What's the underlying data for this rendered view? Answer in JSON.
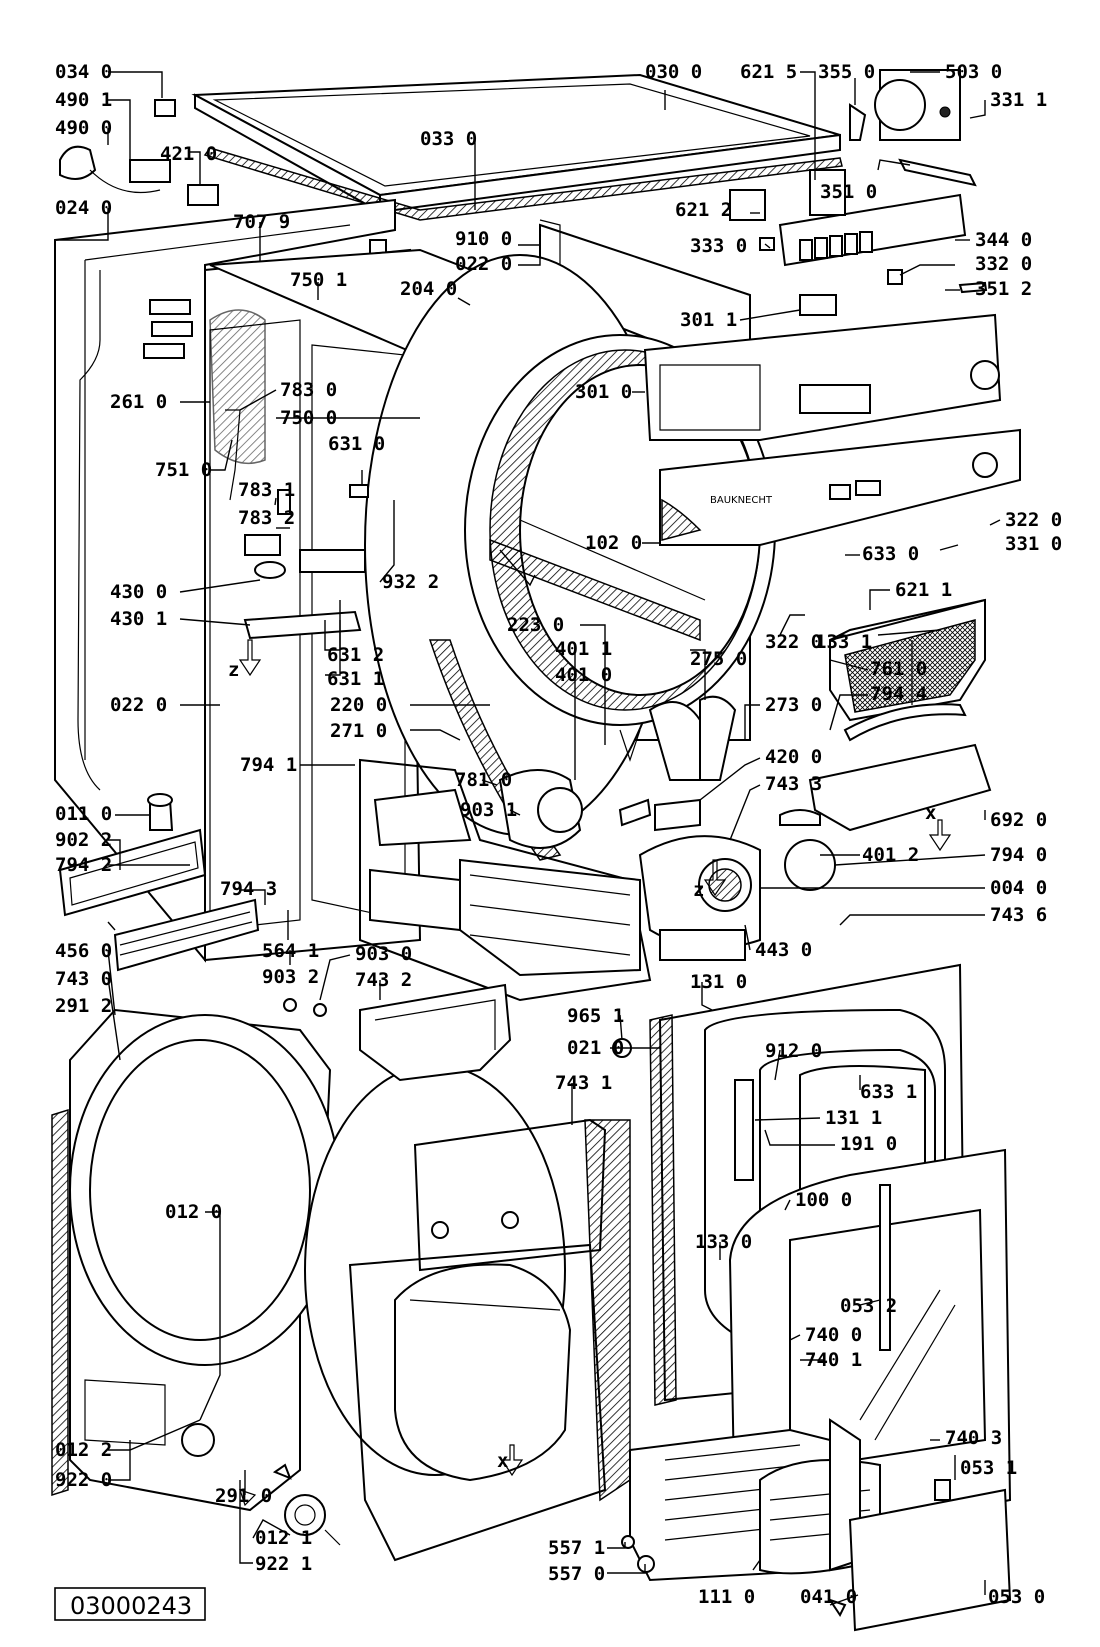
{
  "document_number": "03000243",
  "brand_text": "BAUKNECHT",
  "labels": [
    {
      "id": "034-0",
      "text": "034 0"
    },
    {
      "id": "490-1",
      "text": "490 1"
    },
    {
      "id": "490-0",
      "text": "490 0"
    },
    {
      "id": "421-0",
      "text": "421 0"
    },
    {
      "id": "024-0",
      "text": "024 0"
    },
    {
      "id": "033-0",
      "text": "033 0"
    },
    {
      "id": "030-0",
      "text": "030 0"
    },
    {
      "id": "621-5",
      "text": "621 5"
    },
    {
      "id": "355-0",
      "text": "355 0"
    },
    {
      "id": "503-0",
      "text": "503 0"
    },
    {
      "id": "331-1a",
      "text": "331 1"
    },
    {
      "id": "351-0",
      "text": "351 0"
    },
    {
      "id": "621-2",
      "text": "621 2"
    },
    {
      "id": "707-9",
      "text": "707 9"
    },
    {
      "id": "910-0",
      "text": "910 0"
    },
    {
      "id": "022-0a",
      "text": "022 0"
    },
    {
      "id": "333-0",
      "text": "333 0"
    },
    {
      "id": "344-0",
      "text": "344 0"
    },
    {
      "id": "332-0",
      "text": "332 0"
    },
    {
      "id": "351-2",
      "text": "351 2"
    },
    {
      "id": "750-1",
      "text": "750 1"
    },
    {
      "id": "204-0",
      "text": "204 0"
    },
    {
      "id": "301-1",
      "text": "301 1"
    },
    {
      "id": "261-0",
      "text": "261 0"
    },
    {
      "id": "783-0",
      "text": "783 0"
    },
    {
      "id": "750-0",
      "text": "750 0"
    },
    {
      "id": "301-0",
      "text": "301 0"
    },
    {
      "id": "751-0",
      "text": "751 0"
    },
    {
      "id": "631-0",
      "text": "631 0"
    },
    {
      "id": "783-1",
      "text": "783 1"
    },
    {
      "id": "783-2",
      "text": "783 2"
    },
    {
      "id": "102-0",
      "text": "102 0"
    },
    {
      "id": "322-0a",
      "text": "322 0"
    },
    {
      "id": "331-0",
      "text": "331 0"
    },
    {
      "id": "633-0",
      "text": "633 0"
    },
    {
      "id": "932-2",
      "text": "932 2"
    },
    {
      "id": "430-0",
      "text": "430 0"
    },
    {
      "id": "430-1",
      "text": "430 1"
    },
    {
      "id": "223-0",
      "text": "223 0"
    },
    {
      "id": "621-1",
      "text": "621 1"
    },
    {
      "id": "322-0b",
      "text": "322 0"
    },
    {
      "id": "133-1",
      "text": "133 1"
    },
    {
      "id": "631-2",
      "text": "631 2"
    },
    {
      "id": "631-1",
      "text": "631 1"
    },
    {
      "id": "401-1",
      "text": "401 1"
    },
    {
      "id": "401-0",
      "text": "401 0"
    },
    {
      "id": "275-0",
      "text": "275 0"
    },
    {
      "id": "761-0",
      "text": "761 0"
    },
    {
      "id": "794-4",
      "text": "794 4"
    },
    {
      "id": "220-0",
      "text": "220 0"
    },
    {
      "id": "271-0",
      "text": "271 0"
    },
    {
      "id": "273-0",
      "text": "273 0"
    },
    {
      "id": "022-0b",
      "text": "022 0"
    },
    {
      "id": "420-0",
      "text": "420 0"
    },
    {
      "id": "743-3",
      "text": "743 3"
    },
    {
      "id": "794-1",
      "text": "794 1"
    },
    {
      "id": "781-0",
      "text": "781 0"
    },
    {
      "id": "011-0",
      "text": "011 0"
    },
    {
      "id": "903-1",
      "text": "903 1"
    },
    {
      "id": "692-0",
      "text": "692 0"
    },
    {
      "id": "902-2",
      "text": "902 2"
    },
    {
      "id": "794-2",
      "text": "794 2"
    },
    {
      "id": "401-2",
      "text": "401 2"
    },
    {
      "id": "794-0",
      "text": "794 0"
    },
    {
      "id": "794-3",
      "text": "794 3"
    },
    {
      "id": "004-0",
      "text": "004 0"
    },
    {
      "id": "743-6",
      "text": "743 6"
    },
    {
      "id": "456-0",
      "text": "456 0"
    },
    {
      "id": "564-1",
      "text": "564 1"
    },
    {
      "id": "903-2",
      "text": "903 2"
    },
    {
      "id": "443-0",
      "text": "443 0"
    },
    {
      "id": "903-0",
      "text": "903 0"
    },
    {
      "id": "743-2",
      "text": "743 2"
    },
    {
      "id": "743-0",
      "text": "743 0"
    },
    {
      "id": "291-2",
      "text": "291 2"
    },
    {
      "id": "131-0",
      "text": "131 0"
    },
    {
      "id": "965-1",
      "text": "965 1"
    },
    {
      "id": "021-0",
      "text": "021 0"
    },
    {
      "id": "912-0",
      "text": "912 0"
    },
    {
      "id": "743-1",
      "text": "743 1"
    },
    {
      "id": "633-1",
      "text": "633 1"
    },
    {
      "id": "131-1",
      "text": "131 1"
    },
    {
      "id": "191-0",
      "text": "191 0"
    },
    {
      "id": "100-0",
      "text": "100 0"
    },
    {
      "id": "012-0",
      "text": "012 0"
    },
    {
      "id": "133-0",
      "text": "133 0"
    },
    {
      "id": "053-2",
      "text": "053 2"
    },
    {
      "id": "740-0",
      "text": "740 0"
    },
    {
      "id": "740-1",
      "text": "740 1"
    },
    {
      "id": "740-3",
      "text": "740 3"
    },
    {
      "id": "012-2",
      "text": "012 2"
    },
    {
      "id": "922-0",
      "text": "922 0"
    },
    {
      "id": "291-0",
      "text": "291 0"
    },
    {
      "id": "053-1",
      "text": "053 1"
    },
    {
      "id": "012-1",
      "text": "012 1"
    },
    {
      "id": "922-1",
      "text": "922 1"
    },
    {
      "id": "557-1",
      "text": "557 1"
    },
    {
      "id": "557-0",
      "text": "557 0"
    },
    {
      "id": "111-0",
      "text": "111 0"
    },
    {
      "id": "041-0",
      "text": "041 0"
    },
    {
      "id": "053-0",
      "text": "053 0"
    },
    {
      "id": "z-1",
      "text": "z"
    },
    {
      "id": "z-2",
      "text": "z"
    },
    {
      "id": "x-1",
      "text": "x"
    },
    {
      "id": "x-2",
      "text": "x"
    }
  ]
}
